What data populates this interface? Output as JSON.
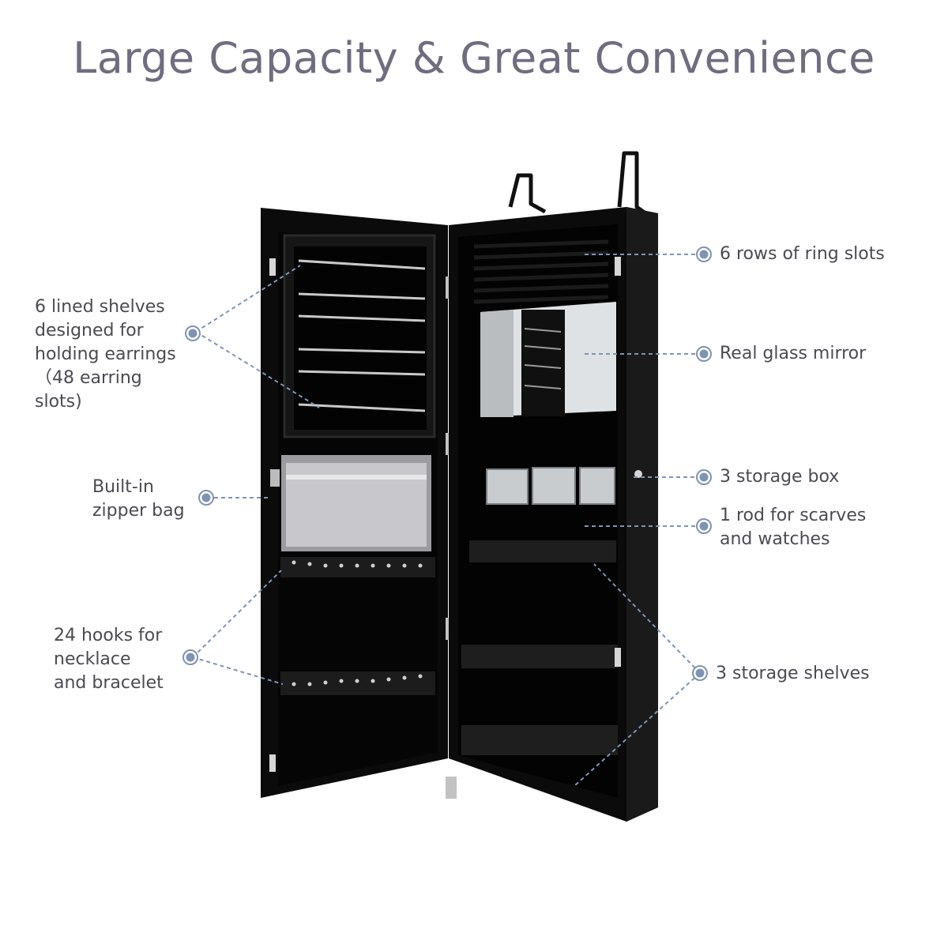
{
  "headline": "Large Capacity & Great Convenience",
  "colors": {
    "headline": "#6f6d7f",
    "callout_text": "#4a4a52",
    "leader_line": "#7f93b5",
    "cabinet": "#0b0b0c",
    "hardware": "#c9c9c9"
  },
  "callouts": {
    "lined_shelves": "6 lined shelves\ndesigned for\nholding earrings\n（48 earring slots)",
    "zipper_bag": "Built-in\nzipper bag",
    "hooks": "24 hooks for\nnecklace\nand bracelet",
    "ring_slots": "6 rows of ring slots",
    "mirror": "Real glass mirror",
    "storage_box": "3 storage box",
    "rod": "1 rod for scarves\nand watches",
    "storage_shelves": "3 storage shelves"
  }
}
